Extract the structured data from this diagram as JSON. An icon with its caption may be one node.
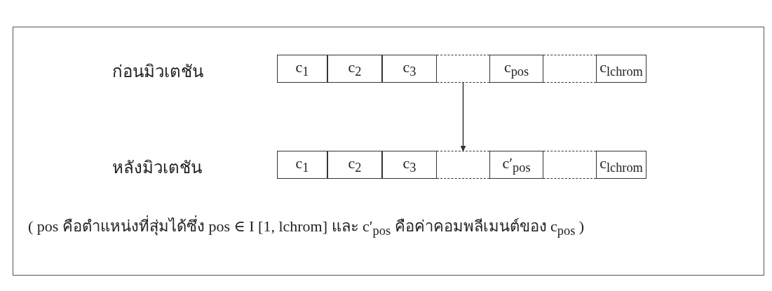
{
  "diagram": {
    "caption": "( pos คือตำแหน่งที่สุ่มได้ซึ่ง pos ∈ I [1, lchrom] และ c′$_{pos}$ คือค่าคอมพลีเมนต์ของ c$_{pos}$ )",
    "nodes": [
      {
        "text": [
          "c$_{1}$"
        ]
      },
      {
        "text": [
          "c$_{2}$"
        ]
      },
      {
        "text": [
          "c$_{3}$"
        ]
      },
      {
        "text": [],
        "shape": "box"
      },
      {
        "text": [
          "c$_{pos}$"
        ]
      },
      {
        "text": [],
        "shape": "box"
      },
      {
        "text": [
          "c$_{lchrom}$"
        ]
      },
      {
        "text": [
          "c$_{1}$"
        ]
      },
      {
        "text": [
          "c$_{2}$"
        ]
      },
      {
        "text": [
          "c$_{3}$"
        ]
      },
      {
        "text": [],
        "shape": "box"
      },
      {
        "text": [
          "c′$_{pos}$"
        ]
      },
      {
        "text": [],
        "shape": "box"
      },
      {
        "text": [
          "c$_{lchrom}$"
        ]
      }
    ],
    "edges": [
      {
        "from": 3,
        "to": 10,
        "arrow": "to"
      }
    ],
    "labels": [
      "ก่อนมิวเตชัน",
      "หลังมิวเตชัน"
    ]
  }
}
